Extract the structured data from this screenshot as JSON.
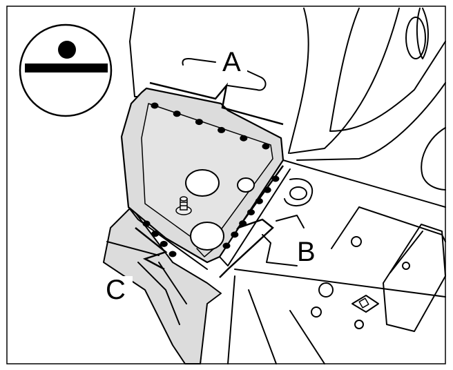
{
  "labels": {
    "a": "A",
    "b": "B",
    "c": "C"
  },
  "colors": {
    "ink": "#000000",
    "panel": "#dcdcdc",
    "paper": "#ffffff"
  },
  "icon": "spot-weld-symbol-icon",
  "weld_counts": {
    "a": 6,
    "b": 7,
    "c": 4
  }
}
